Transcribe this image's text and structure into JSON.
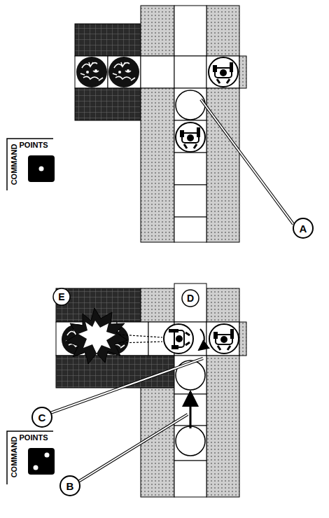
{
  "diagram": {
    "labels": [
      "COMMAND",
      "POINTS",
      "A",
      "E",
      "D",
      "C",
      "B",
      "COMMAND",
      "POINTS"
    ]
  }
}
